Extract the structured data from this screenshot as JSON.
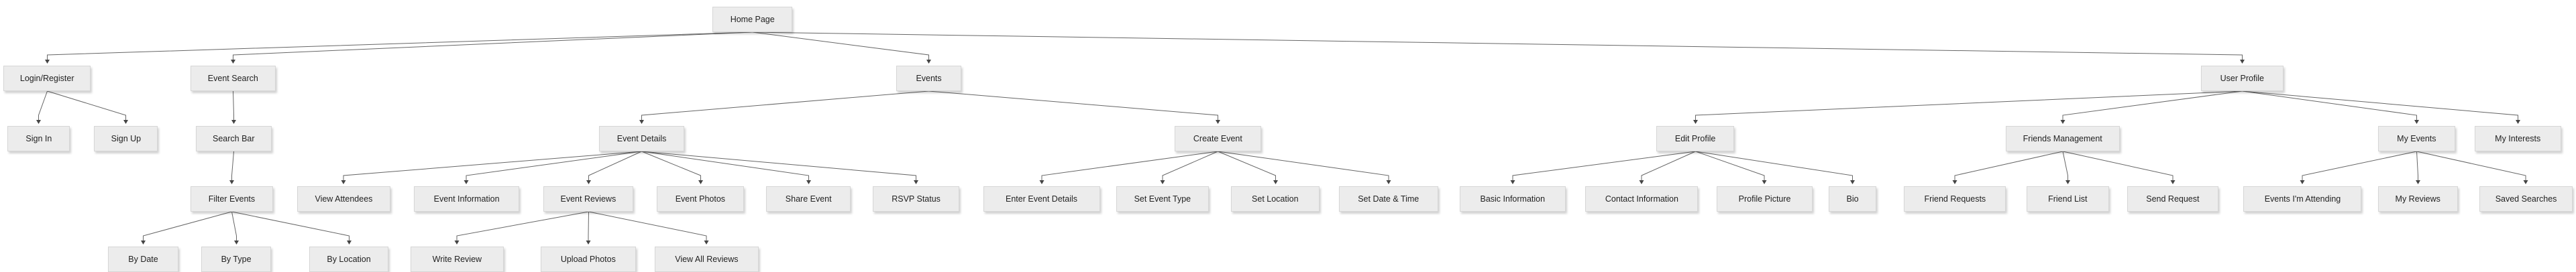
{
  "nodes": {
    "home": "Home Page",
    "login": "Login/Register",
    "signin": "Sign In",
    "signup": "Sign Up",
    "event_search": "Event Search",
    "search_bar": "Search Bar",
    "filter_events": "Filter Events",
    "by_date": "By Date",
    "by_type": "By Type",
    "by_location": "By Location",
    "events": "Events",
    "event_details": "Event Details",
    "view_attendees": "View Attendees",
    "event_information": "Event Information",
    "event_reviews": "Event Reviews",
    "write_review": "Write Review",
    "upload_photos": "Upload Photos",
    "view_all_reviews": "View All Reviews",
    "event_photos": "Event Photos",
    "share_event": "Share Event",
    "rsvp_status": "RSVP Status",
    "create_event": "Create Event",
    "enter_event_details": "Enter Event Details",
    "set_event_type": "Set Event Type",
    "set_location": "Set Location",
    "set_date_time": "Set Date & Time",
    "user_profile": "User Profile",
    "edit_profile": "Edit Profile",
    "basic_information": "Basic Information",
    "contact_information": "Contact Information",
    "profile_picture": "Profile Picture",
    "bio": "Bio",
    "friends_management": "Friends Management",
    "friend_requests": "Friend Requests",
    "friend_list": "Friend List",
    "send_request": "Send Request",
    "my_events": "My Events",
    "events_attending": "Events I'm Attending",
    "my_reviews": "My Reviews",
    "saved_searches": "Saved Searches",
    "my_interests": "My Interests"
  },
  "edges": [
    [
      "home",
      "login"
    ],
    [
      "home",
      "event_search"
    ],
    [
      "home",
      "events"
    ],
    [
      "home",
      "user_profile"
    ],
    [
      "login",
      "signin"
    ],
    [
      "login",
      "signup"
    ],
    [
      "event_search",
      "search_bar"
    ],
    [
      "search_bar",
      "filter_events"
    ],
    [
      "filter_events",
      "by_date"
    ],
    [
      "filter_events",
      "by_type"
    ],
    [
      "filter_events",
      "by_location"
    ],
    [
      "events",
      "event_details"
    ],
    [
      "events",
      "create_event"
    ],
    [
      "event_details",
      "view_attendees"
    ],
    [
      "event_details",
      "event_information"
    ],
    [
      "event_details",
      "event_reviews"
    ],
    [
      "event_details",
      "event_photos"
    ],
    [
      "event_details",
      "share_event"
    ],
    [
      "event_details",
      "rsvp_status"
    ],
    [
      "event_reviews",
      "write_review"
    ],
    [
      "event_reviews",
      "upload_photos"
    ],
    [
      "event_reviews",
      "view_all_reviews"
    ],
    [
      "create_event",
      "enter_event_details"
    ],
    [
      "create_event",
      "set_event_type"
    ],
    [
      "create_event",
      "set_location"
    ],
    [
      "create_event",
      "set_date_time"
    ],
    [
      "user_profile",
      "edit_profile"
    ],
    [
      "user_profile",
      "friends_management"
    ],
    [
      "user_profile",
      "my_events"
    ],
    [
      "user_profile",
      "my_interests"
    ],
    [
      "edit_profile",
      "basic_information"
    ],
    [
      "edit_profile",
      "contact_information"
    ],
    [
      "edit_profile",
      "profile_picture"
    ],
    [
      "edit_profile",
      "bio"
    ],
    [
      "friends_management",
      "friend_requests"
    ],
    [
      "friends_management",
      "friend_list"
    ],
    [
      "friends_management",
      "send_request"
    ],
    [
      "my_events",
      "events_attending"
    ],
    [
      "my_events",
      "my_reviews"
    ],
    [
      "my_events",
      "saved_searches"
    ]
  ]
}
